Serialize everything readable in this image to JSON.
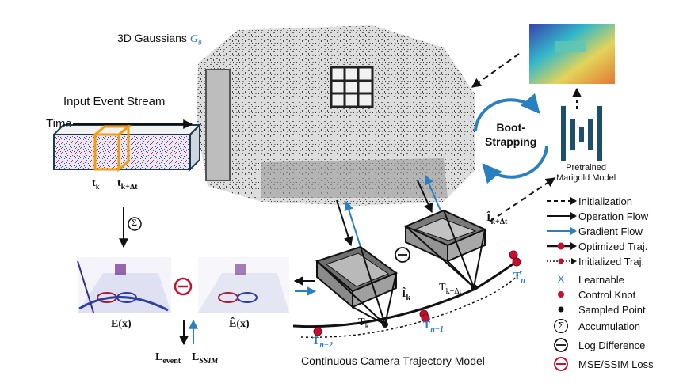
{
  "labels": {
    "gaussians_title": "3D Gaussians",
    "gaussians_symbol": "G",
    "gaussians_symbol_sub": "θ",
    "input_stream": "Input Event Stream",
    "time": "Time",
    "tk": "t",
    "tk_sub": "k",
    "tkdt": "t",
    "tkdt_sub": "k+Δt",
    "sigma": "Σ",
    "E_x": "E(x)",
    "E_hat_x": "Ê(x)",
    "L_event": "L",
    "L_event_sub": "event",
    "L_ssim": "L",
    "L_ssim_sub": "SSIM",
    "bootstrap_line1": "Boot-",
    "bootstrap_line2": "Strapping",
    "marigold_line1": "Pretrained",
    "marigold_line2": "Marigold Model",
    "I_k": "Î",
    "I_k_sub": "k",
    "I_kdt": "Î",
    "I_kdt_sub": "k+Δt",
    "T_k": "T",
    "T_k_sub": "k",
    "T_kdt": "T",
    "T_kdt_sub": "k+Δt",
    "T_n": "T",
    "T_n_sub": "n",
    "T_n1": "T",
    "T_n1_sub": "n−1",
    "T_n2": "T",
    "T_n2_sub": "n−2",
    "trajectory_model": "Continuous Camera Trajectory Model"
  },
  "legend": [
    {
      "icon": "dashed-arrow-icon",
      "label": "Initialization"
    },
    {
      "icon": "solid-arrow-icon",
      "label": "Operation Flow"
    },
    {
      "icon": "blue-arrow-icon",
      "label": "Gradient Flow"
    },
    {
      "icon": "optimized-traj-icon",
      "label": "Optimized Traj."
    },
    {
      "icon": "initialized-traj-icon",
      "label": "Initialized Traj."
    },
    {
      "icon": "x-icon",
      "label": "Learnable",
      "symbol": "X"
    },
    {
      "icon": "red-dot-icon",
      "label": "Control Knot"
    },
    {
      "icon": "black-dot-icon",
      "label": "Sampled Point"
    },
    {
      "icon": "sigma-icon",
      "label": "Accumulation",
      "symbol": "Σ"
    },
    {
      "icon": "minus-circle-icon",
      "label": "Log Difference"
    },
    {
      "icon": "red-minus-circle-icon",
      "label": "MSE/SSIM Loss"
    }
  ],
  "colors": {
    "blue": "#2a7fc1",
    "red": "#c8102e",
    "orange": "#f39c12",
    "dark_blue": "#1b4f6b"
  }
}
